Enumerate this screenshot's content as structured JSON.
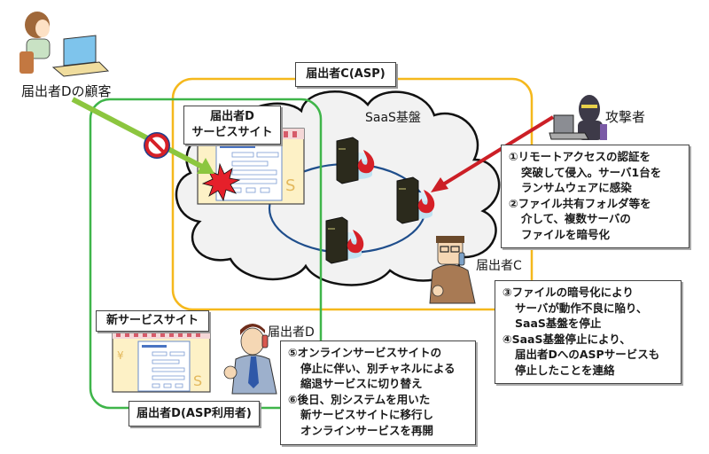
{
  "colors": {
    "asp_border": "#f5b81c",
    "user_border": "#3fb54a",
    "attack_arrow": "#cc1f26",
    "blocked_arrow": "#8cc63f",
    "cloud_fill": "#f2f2f2",
    "network_ring": "#1f4e8c",
    "fire": "#d62027",
    "disk": "#bfe3f2"
  },
  "actors": {
    "customer": "届出者Dの顧客",
    "attacker": "攻撃者",
    "provider_c": "届出者C",
    "user_d": "届出者D"
  },
  "groups": {
    "asp_label": "届出者C(ASP)",
    "user_label": "届出者D(ASP利用者)"
  },
  "cloud": {
    "title": "SaaS基盤"
  },
  "sites": {
    "old_site_label": [
      "届出者D",
      "サービスサイト"
    ],
    "new_site_label": "新サービスサイト"
  },
  "icons": {
    "customer": "person-laptop-icon",
    "attacker": "hacker-laptop-icon",
    "provider": "businessman-phone-icon",
    "user": "businessman-phone-icon",
    "server": "server-tower-icon",
    "fire": "fire-icon",
    "blocked": "prohibited-icon",
    "explosion": "explosion-icon"
  },
  "callouts": {
    "attack": {
      "step1_num": "①",
      "step1_lines": [
        "リモートアクセスの認証を",
        "突破して侵入。サーバ1台を",
        "ランサムウェアに感染"
      ],
      "step2_num": "②",
      "step2_lines": [
        "ファイル共有フォルダ等を",
        "介して、複数サーバの",
        "ファイルを暗号化"
      ]
    },
    "provider": {
      "step3_num": "③",
      "step3_lines": [
        "ファイルの暗号化により",
        "サーバが動作不良に陥り、",
        "SaaS基盤を停止"
      ],
      "step4_num": "④",
      "step4_lines": [
        "SaaS基盤停止により、",
        "届出者DへのASPサービスも",
        "停止したことを連絡"
      ]
    },
    "user": {
      "step5_num": "⑤",
      "step5_lines": [
        "オンラインサービスサイトの",
        "停止に伴い、別チャネルによる",
        "縮退サービスに切り替え"
      ],
      "step6_num": "⑥",
      "step6_lines": [
        "後日、別システムを用いた",
        "新サービスサイトに移行し",
        "オンラインサービスを再開"
      ]
    }
  }
}
